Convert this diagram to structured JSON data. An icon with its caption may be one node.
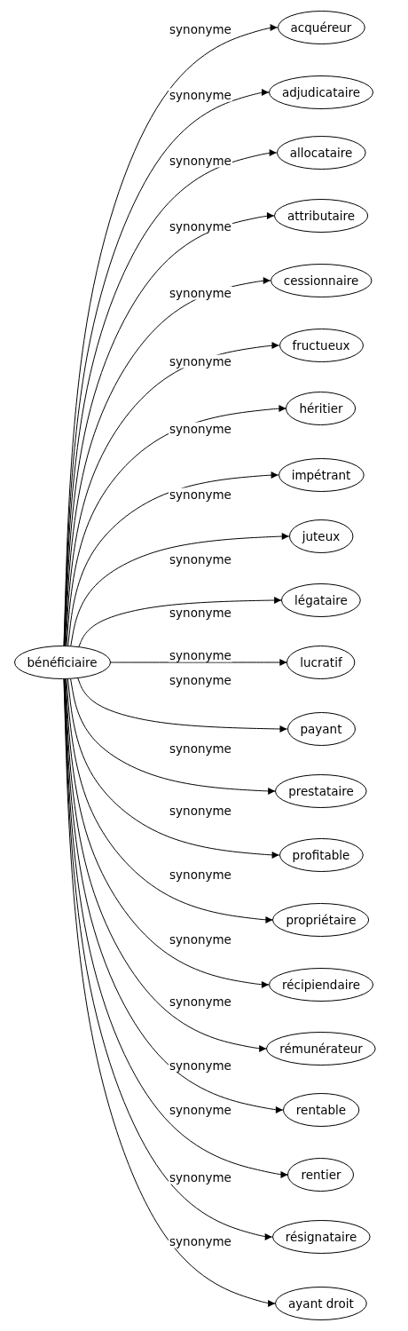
{
  "diagram": {
    "nodes": [
      {
        "text": [
          "bénéficiaire"
        ]
      },
      {
        "text": [
          "acquéreur"
        ]
      },
      {
        "text": [
          "adjudicataire"
        ]
      },
      {
        "text": [
          "allocataire"
        ]
      },
      {
        "text": [
          "attributaire"
        ]
      },
      {
        "text": [
          "cessionnaire"
        ]
      },
      {
        "text": [
          "fructueux"
        ]
      },
      {
        "text": [
          "héritier"
        ]
      },
      {
        "text": [
          "impétrant"
        ]
      },
      {
        "text": [
          "juteux"
        ]
      },
      {
        "text": [
          "légataire"
        ]
      },
      {
        "text": [
          "lucratif"
        ]
      },
      {
        "text": [
          "payant"
        ]
      },
      {
        "text": [
          "prestataire"
        ]
      },
      {
        "text": [
          "profitable"
        ]
      },
      {
        "text": [
          "propriétaire"
        ]
      },
      {
        "text": [
          "récipiendaire"
        ]
      },
      {
        "text": [
          "rémunérateur"
        ]
      },
      {
        "text": [
          "rentable"
        ]
      },
      {
        "text": [
          "rentier"
        ]
      },
      {
        "text": [
          "résignataire"
        ]
      },
      {
        "text": [
          "ayant droit"
        ]
      }
    ],
    "edges": [
      {
        "from": 0,
        "to": 1,
        "arrow": "to",
        "label": "synonyme"
      },
      {
        "from": 0,
        "to": 2,
        "arrow": "to",
        "label": "synonyme"
      },
      {
        "from": 0,
        "to": 3,
        "arrow": "to",
        "label": "synonyme"
      },
      {
        "from": 0,
        "to": 4,
        "arrow": "to",
        "label": "synonyme"
      },
      {
        "from": 0,
        "to": 5,
        "arrow": "to",
        "label": "synonyme"
      },
      {
        "from": 0,
        "to": 6,
        "arrow": "to",
        "label": "synonyme"
      },
      {
        "from": 0,
        "to": 7,
        "arrow": "to",
        "label": "synonyme"
      },
      {
        "from": 0,
        "to": 8,
        "arrow": "to",
        "label": "synonyme"
      },
      {
        "from": 0,
        "to": 9,
        "arrow": "to",
        "label": "synonyme"
      },
      {
        "from": 0,
        "to": 10,
        "arrow": "to",
        "label": "synonyme"
      },
      {
        "from": 0,
        "to": 11,
        "arrow": "to",
        "label": "synonyme"
      },
      {
        "from": 0,
        "to": 12,
        "arrow": "to",
        "label": "synonyme"
      },
      {
        "from": 0,
        "to": 13,
        "arrow": "to",
        "label": "synonyme"
      },
      {
        "from": 0,
        "to": 14,
        "arrow": "to",
        "label": "synonyme"
      },
      {
        "from": 0,
        "to": 15,
        "arrow": "to",
        "label": "synonyme"
      },
      {
        "from": 0,
        "to": 16,
        "arrow": "to",
        "label": "synonyme"
      },
      {
        "from": 0,
        "to": 17,
        "arrow": "to",
        "label": "synonyme"
      },
      {
        "from": 0,
        "to": 18,
        "arrow": "to",
        "label": "synonyme"
      },
      {
        "from": 0,
        "to": 19,
        "arrow": "to",
        "label": "synonyme"
      },
      {
        "from": 0,
        "to": 20,
        "arrow": "to",
        "label": "synonyme"
      },
      {
        "from": 0,
        "to": 21,
        "arrow": "to",
        "label": "synonyme"
      }
    ]
  }
}
